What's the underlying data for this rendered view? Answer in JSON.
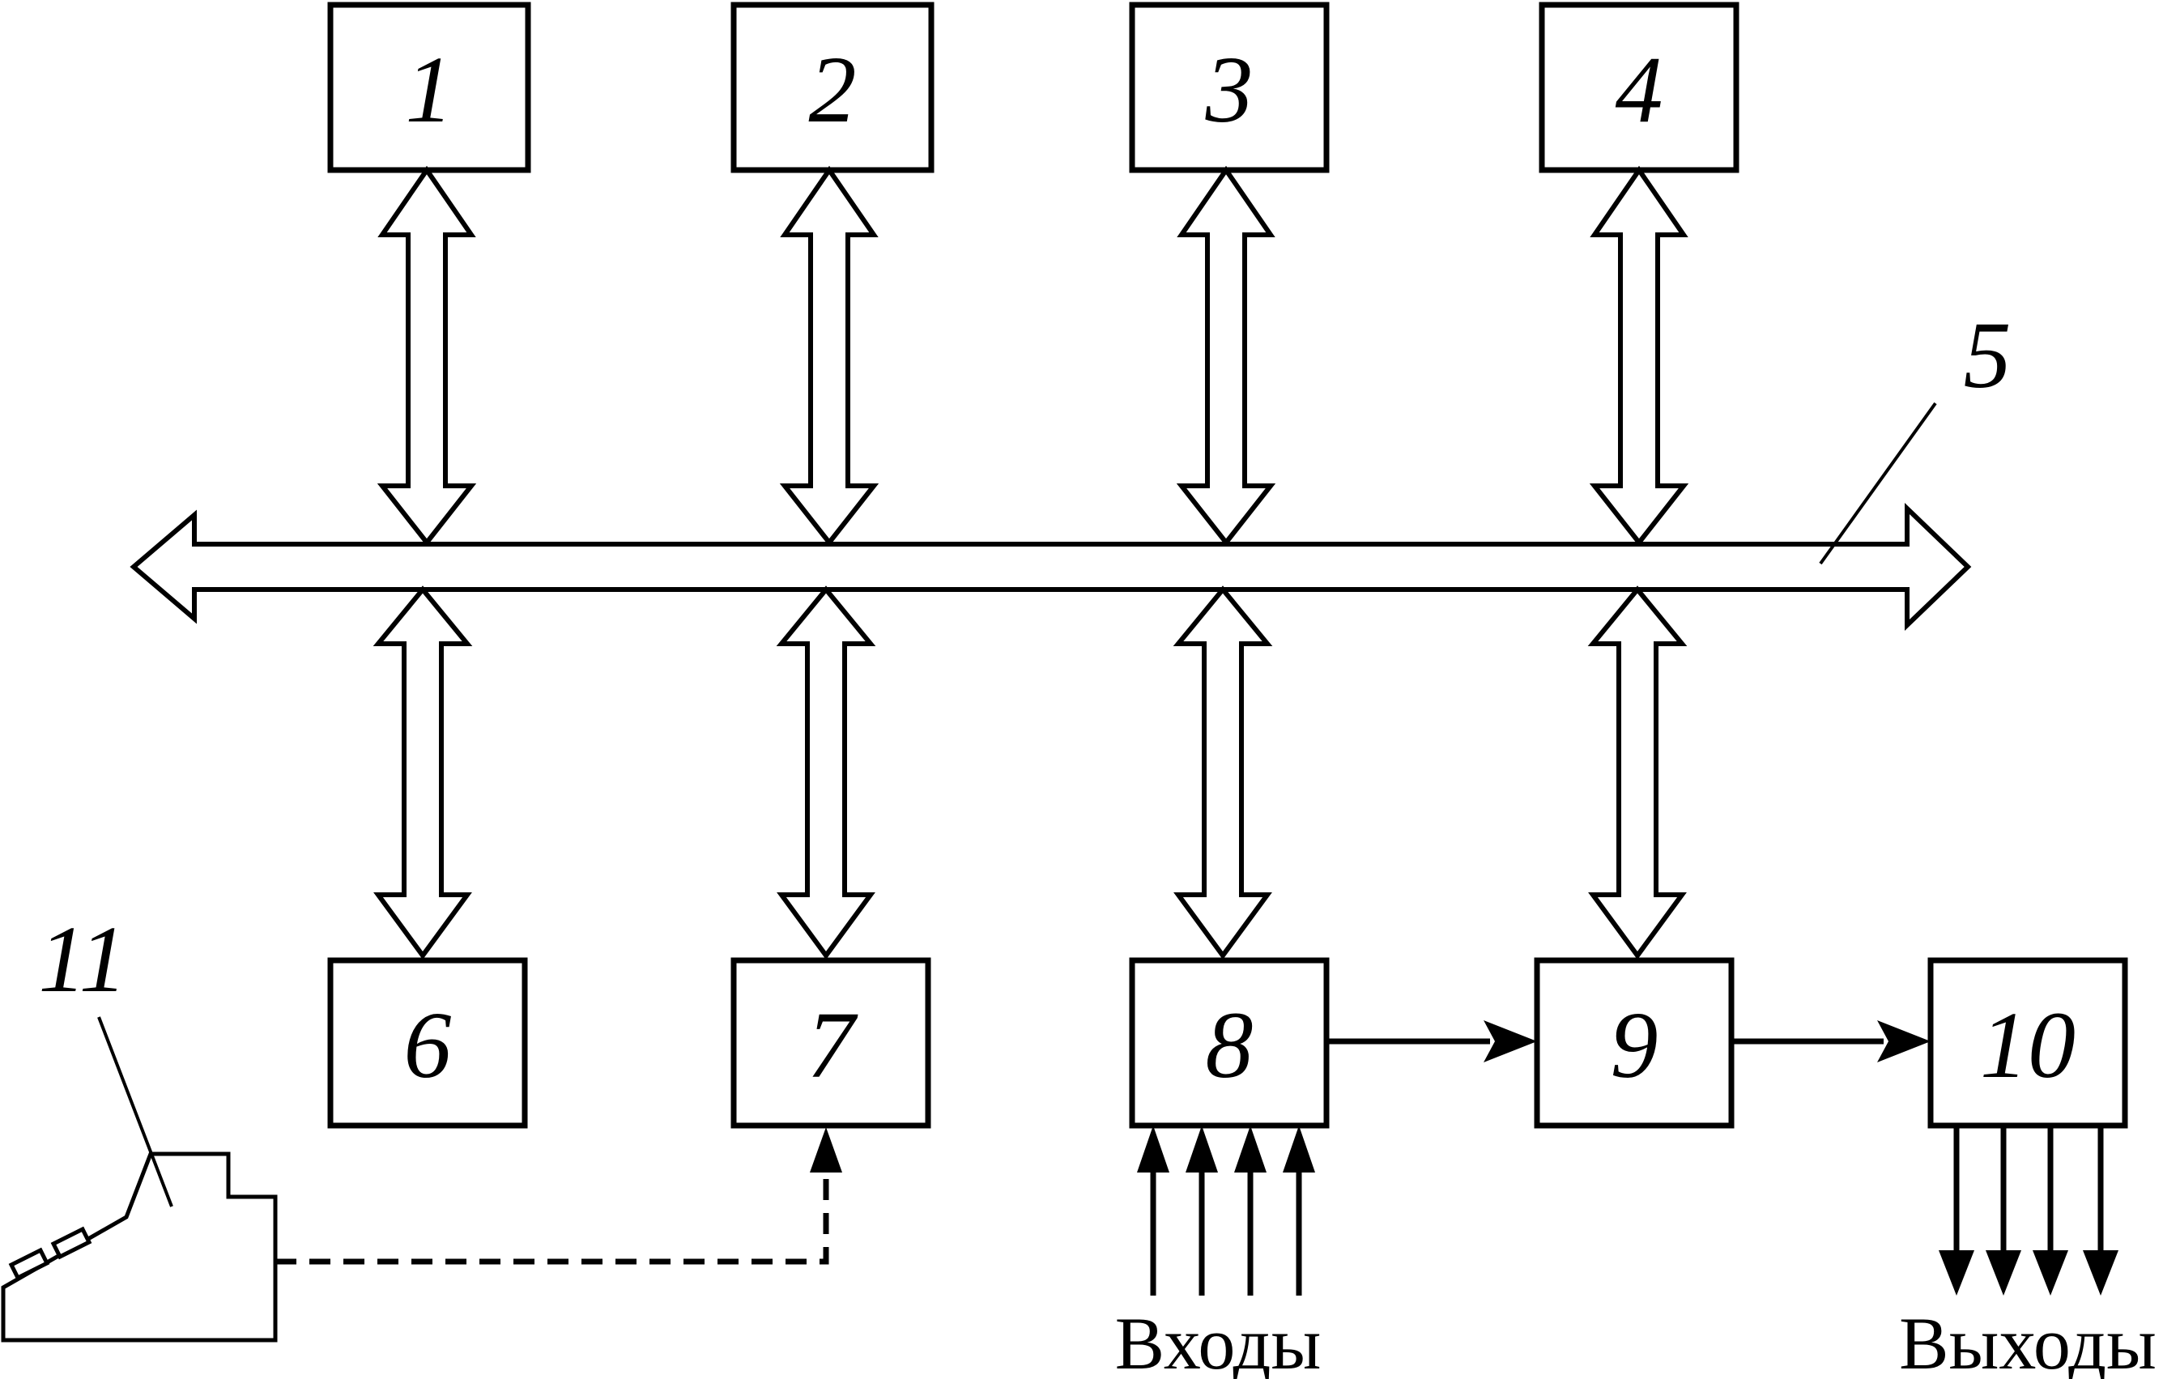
{
  "blocks": {
    "b1": "1",
    "b2": "2",
    "b3": "3",
    "b4": "4",
    "b6": "6",
    "b7": "7",
    "b8": "8",
    "b9": "9",
    "b10": "10"
  },
  "bus": {
    "label": "5"
  },
  "terminal": {
    "label": "11"
  },
  "inputs": {
    "label": "Входы"
  },
  "outputs": {
    "label": "Выходы"
  }
}
